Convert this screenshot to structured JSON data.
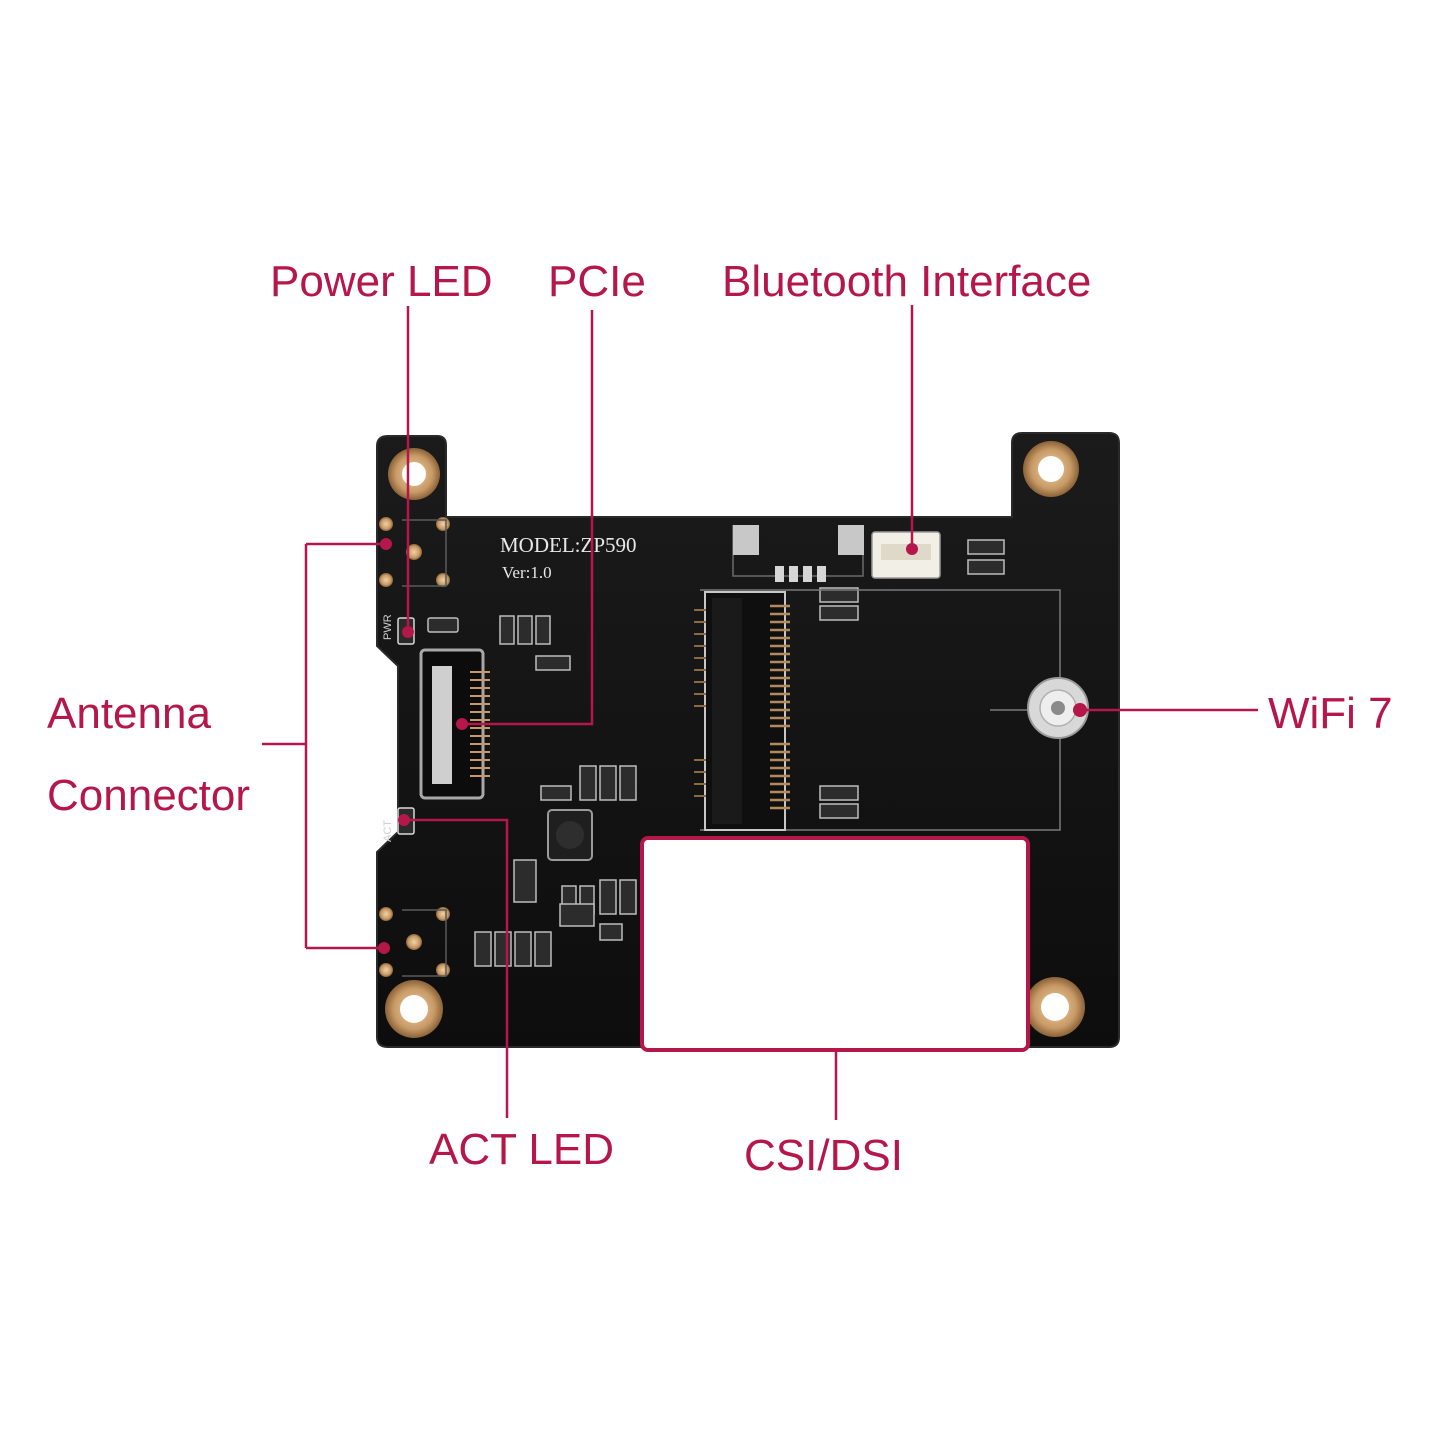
{
  "board": {
    "model_text": "MODEL:ZP590",
    "version_text": "Ver:1.0",
    "pwr_silk": "PWR",
    "act_silk": "ACT"
  },
  "labels": {
    "power_led": "Power LED",
    "pcie": "PCIe",
    "bluetooth_interface": "Bluetooth Interface",
    "antenna_line1": "Antenna",
    "antenna_line2": "Connector",
    "wifi7": "WiFi 7",
    "act_led": "ACT LED",
    "csi_dsi": "CSI/DSI"
  },
  "colors": {
    "callout": "#b5174a",
    "pcb": "#141414",
    "copper": "#c89a66"
  }
}
